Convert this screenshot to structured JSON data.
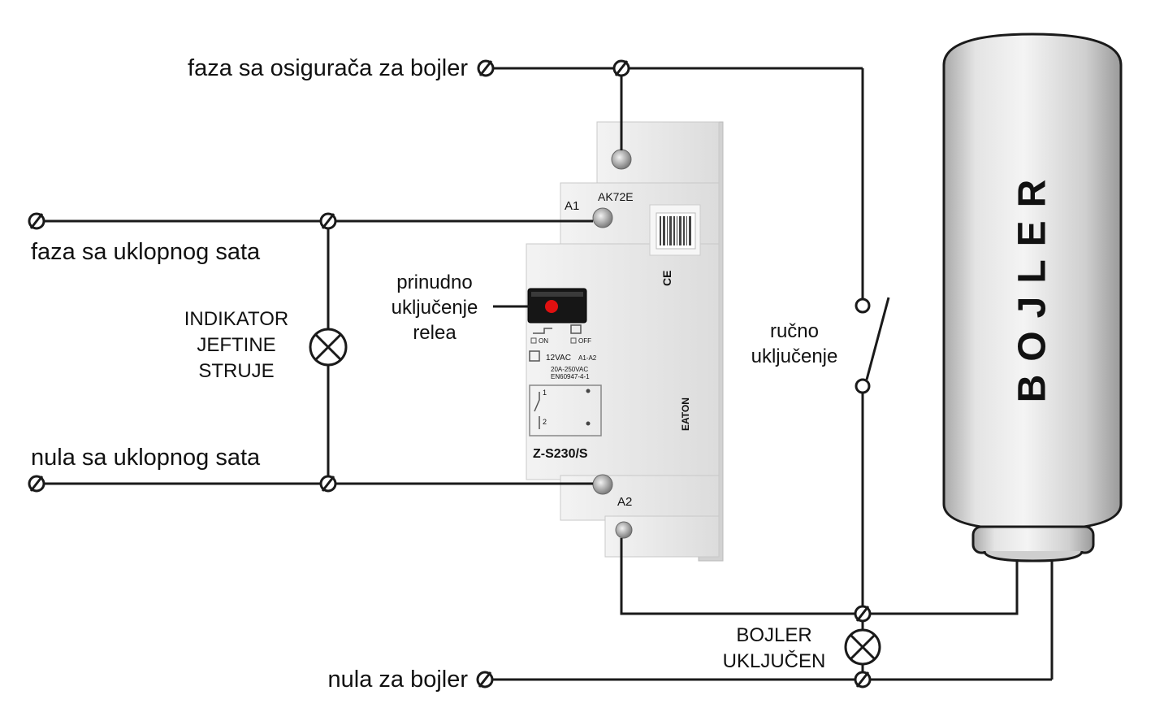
{
  "labels": {
    "faza_osiguraca": "faza sa osigurača za bojler",
    "faza_uklopnog": "faza sa uklopnog sata",
    "nula_uklopnog": "nula sa uklopnog sata",
    "nula_bojler": "nula za bojler",
    "indikator": [
      "INDIKATOR",
      "JEFTINE",
      "STRUJE"
    ],
    "prinudno": [
      "prinudno",
      "uključenje",
      "relea"
    ],
    "rucno": [
      "ručno",
      "uključenje"
    ],
    "bojler_ukljucen": [
      "BOJLER",
      "UKLJUČEN"
    ],
    "bojler_tank": "BOJLER"
  },
  "relay": {
    "model_top": "AK72E",
    "terminal_a1": "A1",
    "terminal_a2": "A2",
    "model_name": "Z-S230/S",
    "spec_voltage": "12VAC",
    "spec_coil": "A1-A2",
    "spec_contact": "20A-250VAC",
    "spec_standard": "EN60947-4-1",
    "switch_on": "ON",
    "switch_off": "OFF",
    "contact_1": "1",
    "contact_2": "2",
    "ce_mark": "CE",
    "brand": "EATON"
  },
  "colors": {
    "wire": "#1a1a1a",
    "relay_body": "#e9e9e9",
    "button_led": "#e01010",
    "tank_body": "#c9c9c9"
  }
}
